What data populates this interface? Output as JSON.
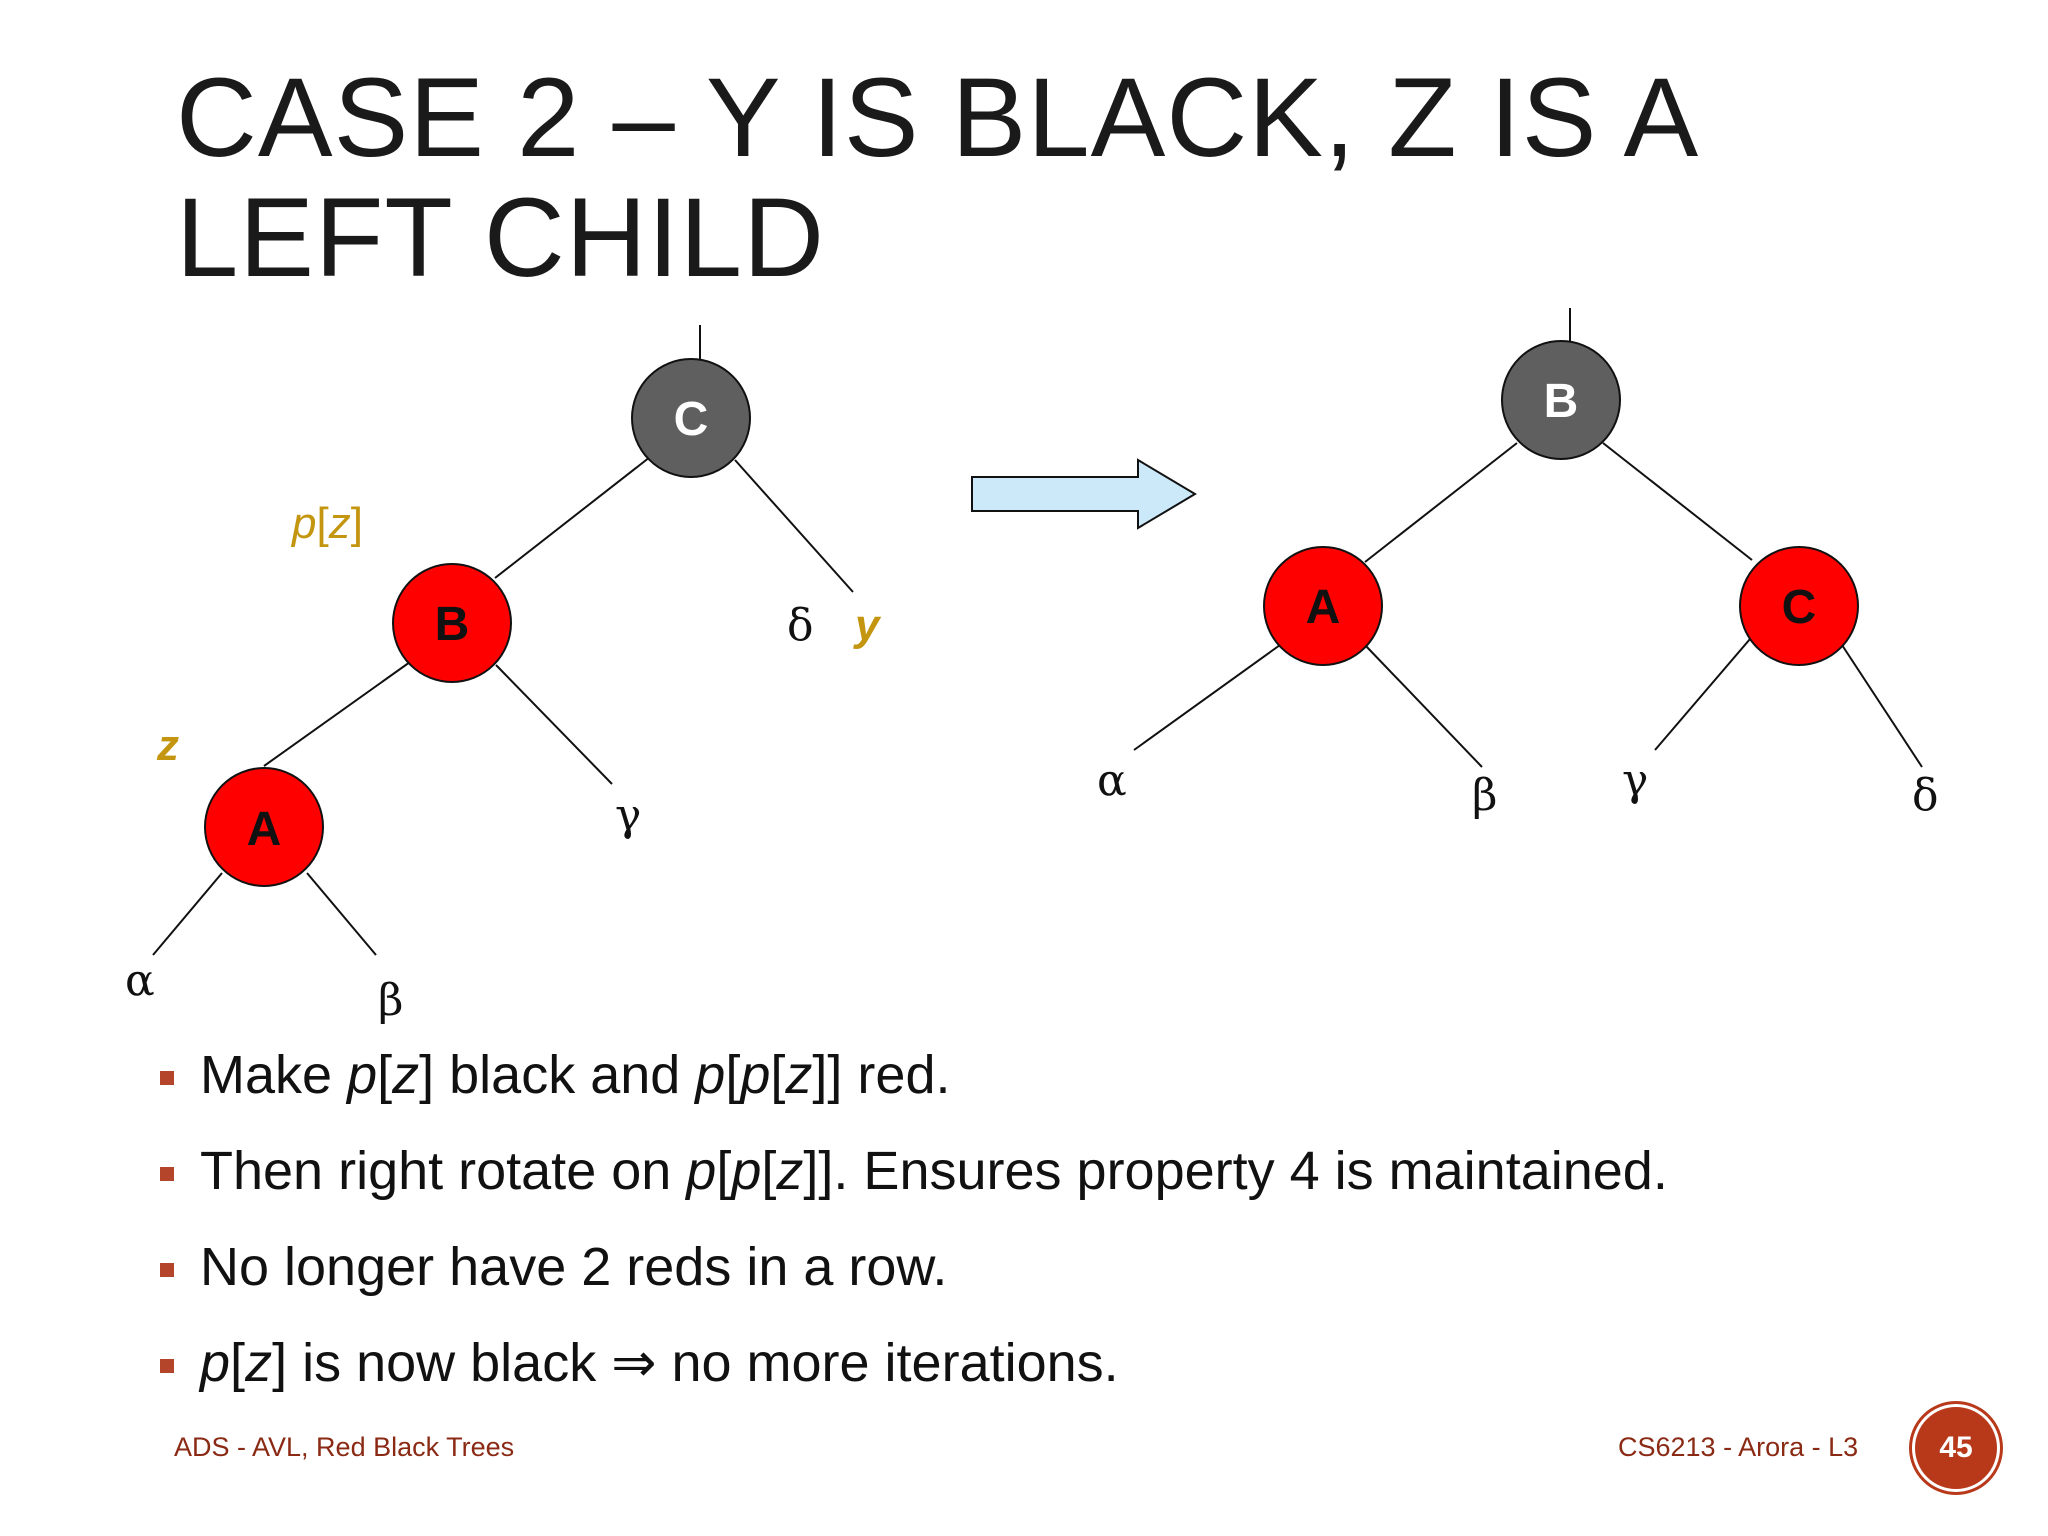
{
  "slide": {
    "title_line1": "CASE 2 – Y IS BLACK, Z IS A",
    "title_line2": "LEFT CHILD"
  },
  "diagram_before": {
    "nodes": {
      "C": {
        "label": "C",
        "color": "#5f5f5f"
      },
      "B": {
        "label": "B",
        "color": "#ff0000"
      },
      "A": {
        "label": "A",
        "color": "#ff0000"
      }
    },
    "subtrees": {
      "alpha": "α",
      "beta": "β",
      "gamma": "γ",
      "delta": "δ"
    },
    "annotations": {
      "pz_p": "p",
      "pz_open": "[",
      "pz_z": "z",
      "pz_close": "]",
      "z": "z",
      "y": "y"
    }
  },
  "diagram_after": {
    "nodes": {
      "B": {
        "label": "B",
        "color": "#5f5f5f"
      },
      "A": {
        "label": "A",
        "color": "#ff0000"
      },
      "C": {
        "label": "C",
        "color": "#ff0000"
      }
    },
    "subtrees": {
      "alpha": "α",
      "beta": "β",
      "gamma": "γ",
      "delta": "δ"
    }
  },
  "colors": {
    "arrow_fill": "#cce9f9",
    "annotation": "#c4950f",
    "bullet": "#b4452a",
    "footer": "#8a2a14"
  },
  "bullets": [
    {
      "p1": "Make ",
      "i1": "p",
      "p2": "[",
      "i2": "z",
      "p3": "] black and ",
      "i3": "p",
      "p4": "[",
      "i4": "p",
      "p5": "[",
      "i5": "z",
      "p6": "]] red."
    },
    {
      "p1": "Then right rotate on ",
      "i1": "p",
      "p2": "[",
      "i2": "p",
      "p3": "[",
      "i3": "z",
      "p4": "]]. Ensures property 4 is maintained."
    },
    {
      "p1": "No longer have 2 reds in a row."
    },
    {
      "i1": "p",
      "p1": "[",
      "i2": "z",
      "p2": "] is now black ",
      "sym": "⇒",
      "p3": " no more iterations."
    }
  ],
  "footer": {
    "left": "ADS - AVL, Red Black Trees",
    "right": "CS6213 - Arora - L3",
    "page": "45"
  }
}
